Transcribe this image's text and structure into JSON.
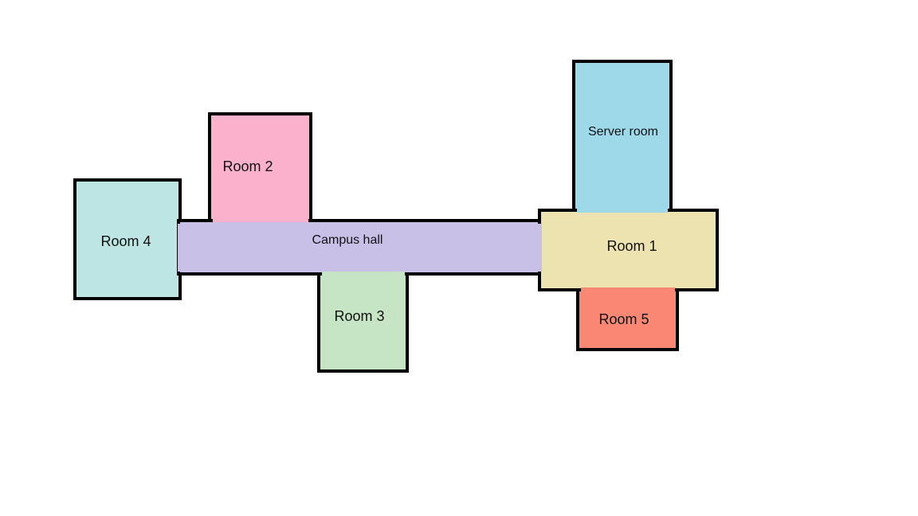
{
  "floorplan": {
    "rooms": {
      "campus_hall": {
        "label": "Campus hall",
        "color": "#c8c0e6"
      },
      "room1": {
        "label": "Room 1",
        "color": "#ede3b0"
      },
      "room2": {
        "label": "Room 2",
        "color": "#fbb0cb"
      },
      "room3": {
        "label": "Room 3",
        "color": "#c6e5c5"
      },
      "room4": {
        "label": "Room 4",
        "color": "#bde5e3"
      },
      "room5": {
        "label": "Room 5",
        "color": "#f88874"
      },
      "server_room": {
        "label": "Server room",
        "color": "#9ed9ea"
      }
    },
    "wall_color": "#000000"
  }
}
